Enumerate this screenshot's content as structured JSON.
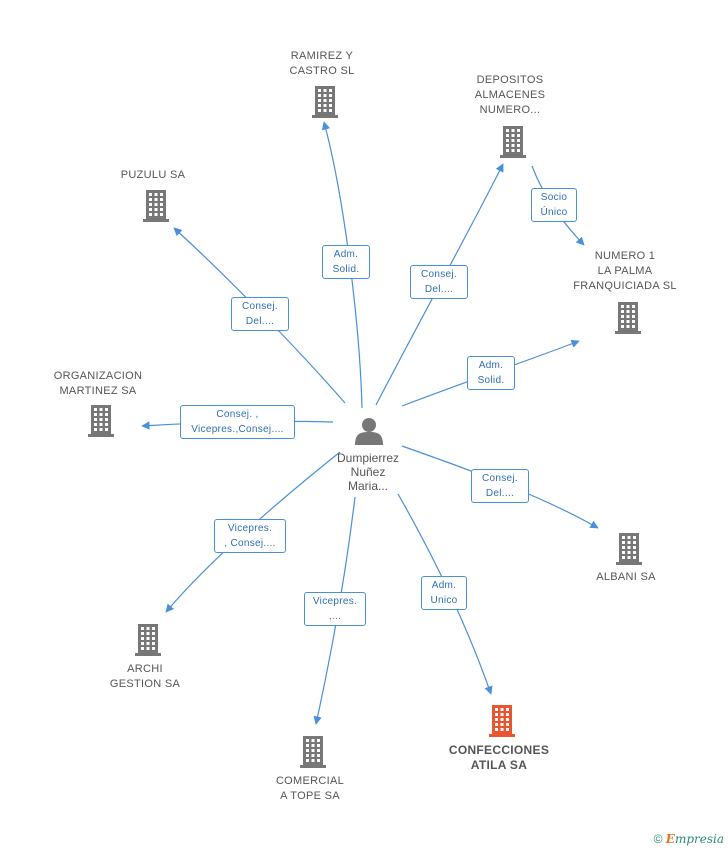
{
  "center": {
    "name": "Dumpierrez\nNuñez\nMaria..."
  },
  "companies": [
    {
      "id": "ramirez",
      "name": "RAMIREZ Y\nCASTRO SL",
      "highlight": false
    },
    {
      "id": "depositos",
      "name": "DEPOSITOS\nALMACENES\nNUMERO...",
      "highlight": false
    },
    {
      "id": "puzulu",
      "name": "PUZULU SA",
      "highlight": false
    },
    {
      "id": "numero1",
      "name": "NUMERO 1\nLA PALMA\nFRANQUICIADA SL",
      "highlight": false
    },
    {
      "id": "organizacion",
      "name": "ORGANIZACION\nMARTINEZ SA",
      "highlight": false
    },
    {
      "id": "albani",
      "name": "ALBANI SA",
      "highlight": false
    },
    {
      "id": "archi",
      "name": "ARCHI\nGESTION SA",
      "highlight": false
    },
    {
      "id": "comercial",
      "name": "COMERCIAL\nA TOPE SA",
      "highlight": false
    },
    {
      "id": "confecciones",
      "name": "CONFECCIONES\nATILA SA",
      "highlight": true
    }
  ],
  "edges": [
    {
      "from": "center",
      "to": "ramirez",
      "label": "Adm.\nSolid."
    },
    {
      "from": "center",
      "to": "depositos",
      "label": "Consej.\nDel...."
    },
    {
      "from": "depositos",
      "to": "numero1",
      "label": "Socio\nÚnico"
    },
    {
      "from": "center",
      "to": "puzulu",
      "label": "Consej.\nDel...."
    },
    {
      "from": "center",
      "to": "numero1",
      "label": "Adm.\nSolid."
    },
    {
      "from": "center",
      "to": "organizacion",
      "label": "Consej. ,\nVicepres.,Consej...."
    },
    {
      "from": "center",
      "to": "albani",
      "label": "Consej.\nDel...."
    },
    {
      "from": "center",
      "to": "archi",
      "label": "Vicepres.\n, Consej...."
    },
    {
      "from": "center",
      "to": "comercial",
      "label": "Vicepres.\n,..."
    },
    {
      "from": "center",
      "to": "confecciones",
      "label": "Adm.\nUnico"
    }
  ],
  "colors": {
    "edge": "#4a90d9",
    "icon": "#777777",
    "icon_highlight": "#e8552f",
    "person": "#777777"
  },
  "footer": {
    "copyright": "©",
    "brand_initial": "E",
    "brand_rest": "mpresia"
  }
}
